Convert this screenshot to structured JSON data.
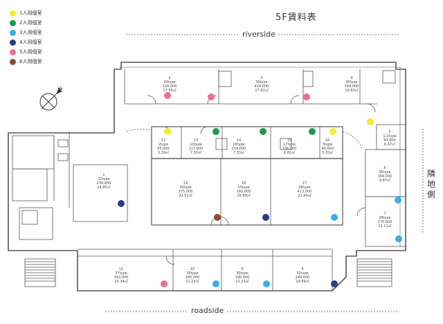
{
  "title": "5F賃料表",
  "edges": {
    "top": "riverside",
    "bottom": "roadside",
    "right": "隣地側"
  },
  "compass": {
    "letter": "N"
  },
  "legend": [
    {
      "label": "1人用個室",
      "color": "#f5eb2a"
    },
    {
      "label": "2人用個室",
      "color": "#1a9b48"
    },
    {
      "label": "3人用個室",
      "color": "#3aaee6"
    },
    {
      "label": "4人用個室",
      "color": "#2a3a8c"
    },
    {
      "label": "5人用個室",
      "color": "#ef6b9e"
    },
    {
      "label": "6人用個室",
      "color": "#8e4a3c"
    }
  ],
  "rooms": [
    {
      "no": "1",
      "type": "32type",
      "price": "234,000",
      "area": "14.95㎡",
      "color": "#2a3a8c"
    },
    {
      "no": "2",
      "type": "24type",
      "price": "324,000",
      "area": "17.56㎡",
      "color": "#ef6b9e"
    },
    {
      "no": "3",
      "type": "30type",
      "price": "414,000",
      "area": "17.62㎡",
      "color": "#ef6b9e"
    },
    {
      "no": "4",
      "type": "30type",
      "price": "344,000",
      "area": "19.83㎡",
      "color": "#ef6b9e"
    },
    {
      "no": "5",
      "type": "1-2type",
      "price": "93,000",
      "area": "6.47㎡",
      "color": "#f5eb2a"
    },
    {
      "no": "6",
      "type": "36type",
      "price": "164,000",
      "area": "9.87㎡",
      "color": "#3aaee6"
    },
    {
      "no": "7",
      "type": "28type",
      "price": "170,000",
      "area": "11.11㎡",
      "color": "#3aaee6"
    },
    {
      "no": "8",
      "type": "32type",
      "price": "249,000",
      "area": "14.89㎡",
      "color": "#2a3a8c"
    },
    {
      "no": "9",
      "type": "30type",
      "price": "180,000",
      "area": "11.23㎡",
      "color": "#3aaee6"
    },
    {
      "no": "10",
      "type": "30type",
      "price": "180,000",
      "area": "11.23㎡",
      "color": "#3aaee6"
    },
    {
      "no": "11",
      "type": "37type",
      "price": "392,000",
      "area": "20.34㎡",
      "color": "#ef6b9e"
    },
    {
      "no": "12",
      "type": "2type",
      "price": "55,000",
      "area": "3.19㎡",
      "color": "#f5eb2a"
    },
    {
      "no": "13",
      "type": "10type",
      "price": "117,000",
      "area": "7.33㎡",
      "color": "#1a9b48"
    },
    {
      "no": "14",
      "type": "10type",
      "price": "114,000",
      "area": "7.33㎡",
      "color": "#1a9b48"
    },
    {
      "no": "15",
      "type": "17type",
      "price": "106,000",
      "area": "6.81㎡",
      "color": "#1a9b48"
    },
    {
      "no": "16",
      "type": "3type",
      "price": "40,000",
      "area": "3.33㎡",
      "color": "#f5eb2a"
    },
    {
      "no": "17",
      "type": "38type",
      "price": "413,000",
      "area": "21.90㎡",
      "color": "#3aaee6"
    },
    {
      "no": "18",
      "type": "33type",
      "price": "260,000",
      "area": "15.60㎡",
      "color": "#2a3a8c"
    },
    {
      "no": "19",
      "type": "39type",
      "price": "375,000",
      "area": "22.52㎡",
      "color": "#8e4a3c"
    }
  ]
}
